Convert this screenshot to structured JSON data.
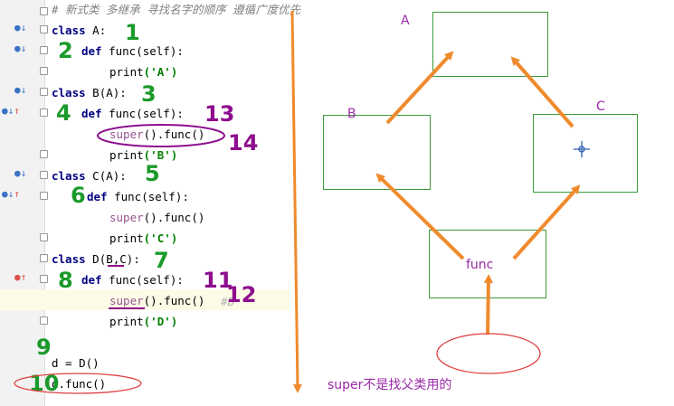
{
  "code_lines": [
    {
      "id": "comment",
      "text": "# 新式类 多继承 寻找名字的顺序 遵循广度优先"
    },
    {
      "id": "l1",
      "kw": "class",
      "rest": " A:"
    },
    {
      "id": "l2",
      "kw": "def",
      "rest": " func(self):"
    },
    {
      "id": "l3",
      "pre": "print",
      "str": "('A')"
    },
    {
      "id": "l4",
      "kw": "class",
      "rest": " B(A):"
    },
    {
      "id": "l5",
      "kw": "def",
      "rest": " func(self):"
    },
    {
      "id": "l6",
      "sup": "super",
      "rest": "().func()"
    },
    {
      "id": "l7",
      "pre": "print",
      "str": "('B')"
    },
    {
      "id": "l8",
      "kw": "class",
      "rest": " C(A):"
    },
    {
      "id": "l9",
      "kw": "def",
      "rest": " func(self):"
    },
    {
      "id": "l10",
      "sup": "super",
      "rest": "().func()"
    },
    {
      "id": "l11",
      "pre": "print",
      "str": "('C')"
    },
    {
      "id": "l12",
      "kw": "class",
      "rest": " D(B,C):"
    },
    {
      "id": "l13",
      "kw": "def",
      "rest": " func(self):"
    },
    {
      "id": "l14",
      "sup": "super",
      "rest": "().func()"
    },
    {
      "id": "l15",
      "pre": "print",
      "str": "('D')"
    },
    {
      "id": "l16",
      "rest": "d = D()"
    },
    {
      "id": "l17",
      "rest": "d.func()"
    }
  ],
  "annotations": {
    "n1": "1",
    "n2": "2",
    "n3": "3",
    "n4": "4",
    "n13": "13",
    "n14": "14",
    "n5": "5",
    "n6": "6",
    "n7": "7",
    "n8": "8",
    "n11": "11",
    "n12": "12",
    "n9": "9",
    "n10": "10",
    "tail_comment": "#B"
  },
  "diagram": {
    "label_a": "A",
    "label_b": "B",
    "label_c": "C",
    "label_func": "func",
    "note": "super不是找父类用的"
  },
  "colors": {
    "arrow": "#f08a2c",
    "box": "#3a9a3a",
    "diagram_text": "#9b2aa7",
    "handwritten_green": "#1a9a2a",
    "handwritten_purple": "#8e0e8e"
  }
}
